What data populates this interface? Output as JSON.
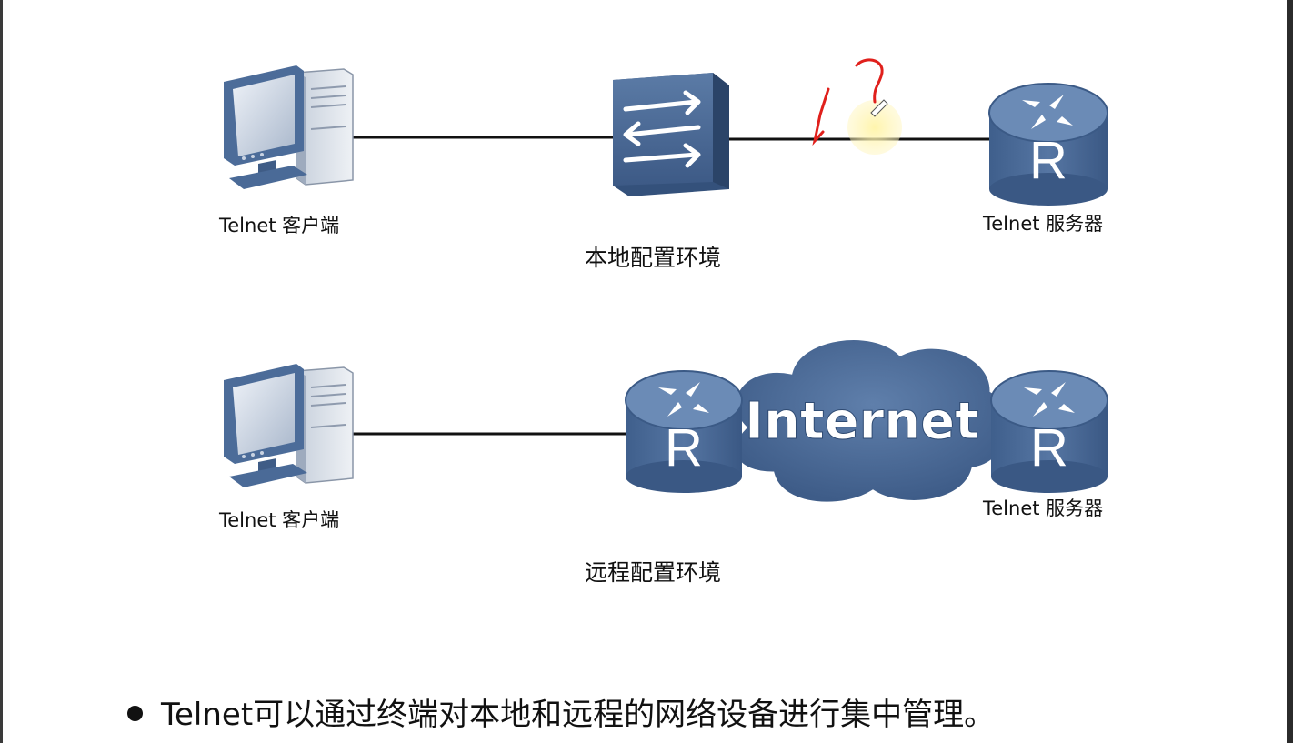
{
  "local": {
    "client_label": "Telnet 客户端",
    "server_label": "Telnet 服务器",
    "caption": "本地配置环境"
  },
  "remote": {
    "client_label": "Telnet 客户端",
    "server_label": "Telnet 服务器",
    "caption": "远程配置环境",
    "cloud_label": "Internet"
  },
  "router_letter": "R",
  "bullet": "Telnet可以通过终端对本地和远程的网络设备进行集中管理。",
  "annotation": {
    "mark": "?",
    "stroke_color": "#e0201c",
    "cursor_color": "#fff3a0"
  },
  "colors": {
    "device_blue": "#4a6a95",
    "device_dark": "#2f4b73",
    "line": "#111111"
  }
}
